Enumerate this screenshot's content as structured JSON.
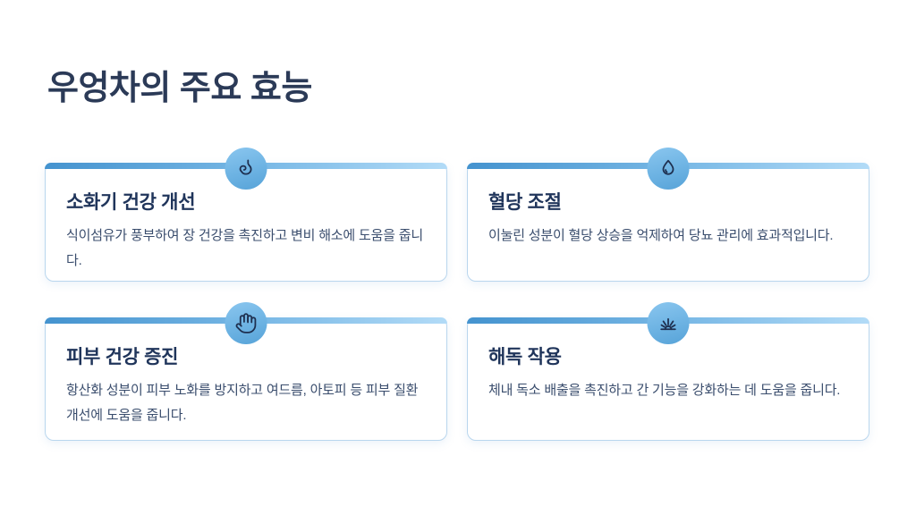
{
  "slide": {
    "title": "우엉차의 주요 효능"
  },
  "cards": [
    {
      "icon": "stomach-icon",
      "title": "소화기 건강 개선",
      "description": "식이섬유가 풍부하여 장 건강을 촉진하고 변비 해소에 도움을 줍니다."
    },
    {
      "icon": "droplet-icon",
      "title": "혈당 조절",
      "description": "이눌린 성분이 혈당 상승을 억제하여 당뇨 관리에 효과적입니다."
    },
    {
      "icon": "hand-icon",
      "title": "피부 건강 증진",
      "description": "항산화 성분이 피부 노화를 방지하고 여드름, 아토피 등 피부 질환 개선에 도움을 줍니다."
    },
    {
      "icon": "sunrise-burst-icon",
      "title": "해독 작용",
      "description": "체내 독소 배출을 촉진하고 간 기능을 강화하는 데 도움을 줍니다."
    }
  ],
  "colors": {
    "title_text": "#2b3a57",
    "card_title_text": "#20355b",
    "card_desc_text": "#3a4d6d",
    "bar_gradient_start": "#4493cf",
    "bar_gradient_end": "#b2dbf7",
    "circle_gradient_start": "#8ac6ef",
    "circle_gradient_end": "#57a3d8",
    "card_border": "#b9d6ee",
    "icon_stroke": "#1e2f4f"
  }
}
